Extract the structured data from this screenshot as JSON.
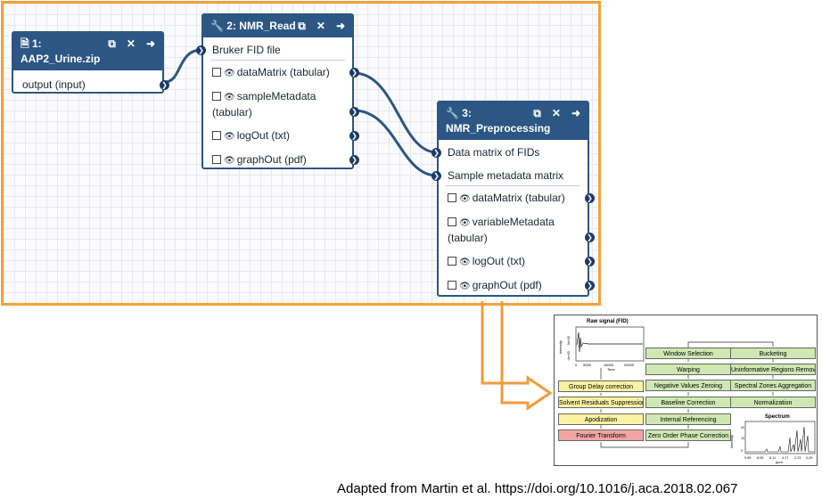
{
  "nodes": {
    "n1": {
      "title_line1": "1:",
      "title_line2": "AAP2_Urine.zip",
      "output": "output (input)"
    },
    "n2": {
      "title": "2: NMR_Read",
      "input": "Bruker FID file",
      "outputs": [
        "dataMatrix (tabular)",
        "sampleMetadata",
        "(tabular)",
        "logOut (txt)",
        "graphOut (pdf)"
      ]
    },
    "n3": {
      "title_line1": "3:",
      "title_line2": "NMR_Preprocessing",
      "inputs": [
        "Data matrix of FIDs",
        "Sample metadata matrix"
      ],
      "outputs": [
        "dataMatrix (tabular)",
        "variableMetadata",
        "(tabular)",
        "logOut (txt)",
        "graphOut (pdf)"
      ]
    }
  },
  "figure": {
    "raw_title": "Raw signal (FID)",
    "raw_xlabel": "Time",
    "raw_ylabel": "Intensity",
    "raw_ticks": [
      "0",
      "5000",
      "15000",
      "25000"
    ],
    "raw_yticks": [
      "5e+05",
      "-4e+05"
    ],
    "left_col": [
      "Group Delay correction",
      "Solvent Residuals Suppression",
      "Apodization",
      "Fourier Transform"
    ],
    "mid_col": [
      "Window Selection",
      "Warping",
      "Negative Values Zeroing",
      "Baseline Correction",
      "Internal Referencing",
      "Zero Order Phase Correction"
    ],
    "right_col": [
      "Bucketing",
      "Uninformative Regions Removal",
      "Spectral Zones Aggregation",
      "Normalization"
    ],
    "spectrum_title": "Spectrum",
    "spectrum_xlabel": "ppm",
    "spectrum_ylabel": "Intensity",
    "spectrum_ticks": [
      "9.99",
      "8.05",
      "6.11",
      "4.17",
      "2.23",
      "0.29"
    ],
    "spectrum_yticks": [
      "20",
      "10",
      "0"
    ]
  },
  "credit": "Adapted from Martin et al. https://doi.org/10.1016/j.aca.2018.02.067"
}
